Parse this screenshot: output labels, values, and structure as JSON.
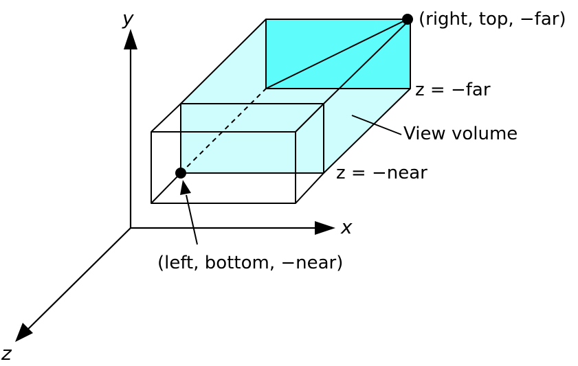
{
  "axes": {
    "x_label": "x",
    "y_label": "y",
    "z_label": "z"
  },
  "labels": {
    "far_corner": "(right, top, −far)",
    "far_plane": "z = −far",
    "volume": "View volume",
    "near_plane": "z = −near",
    "near_corner": "(left, bottom, −near)"
  },
  "colors": {
    "far_face": "#5ffcfc",
    "volume_fill": "#cffcfc",
    "stroke": "#000000"
  }
}
